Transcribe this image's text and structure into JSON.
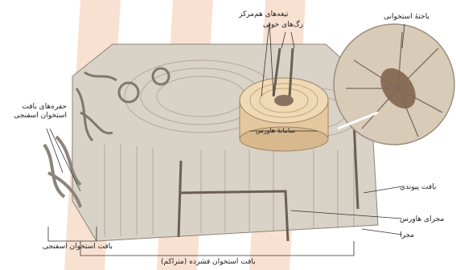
{
  "labels": {
    "concentric_lamellae": "تیغه‌های هم‌مرکز",
    "blood_vessels": "رگ‌های خونی",
    "bone_tissue": "یاختهٔ استخوانی",
    "spongy_bone_parts": "حفره‌های بافت استخوان اسفنجی",
    "haversian_system": "سامانهٔ هاورس",
    "connective_tissue": "بافت پیوندی",
    "haversian_canal": "مجرای هاورس",
    "canal": "مجرا",
    "spongy_bone": "بافت استخوان اسفنجی",
    "compact_bone": "بافت استخوان فشرده (متراکم)"
  },
  "colors": {
    "stripe": "#f3c4a6",
    "bone_light": "#d9d2c7",
    "bone_dark": "#8b847c",
    "osteon": "#e6c89e",
    "vessel": "#6b5e55",
    "line": "#333333"
  }
}
